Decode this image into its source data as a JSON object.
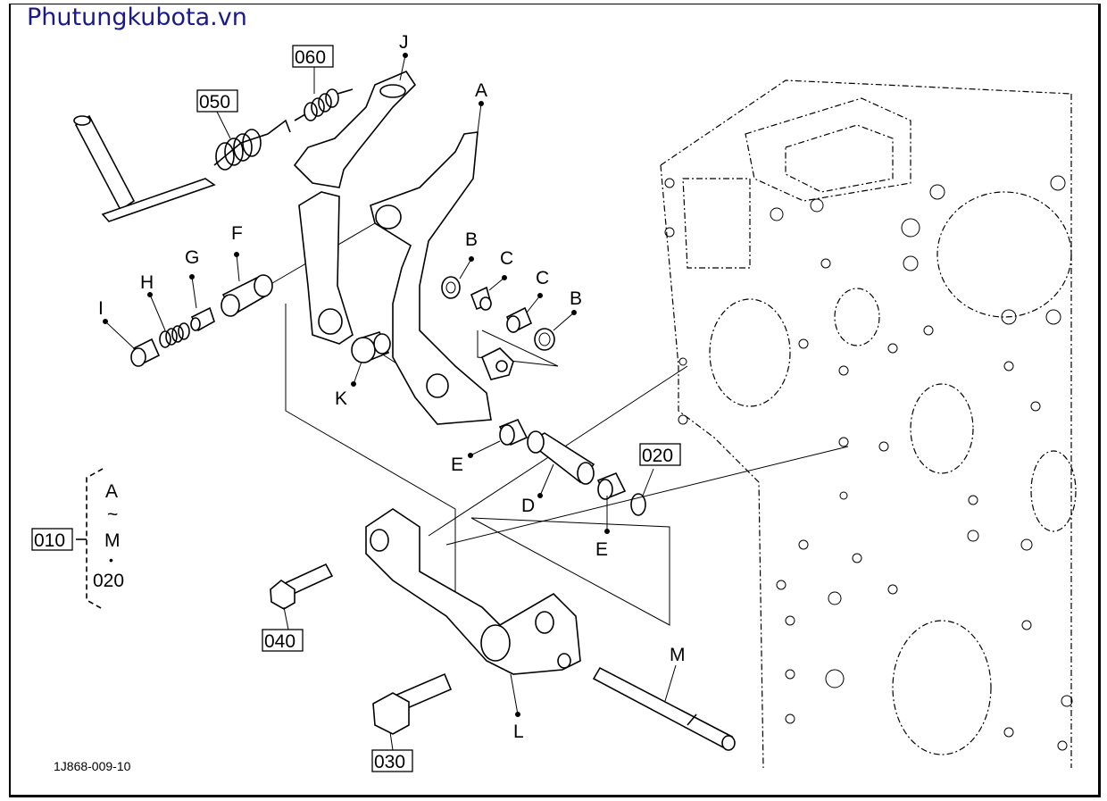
{
  "site": {
    "brand": "Phutungkubota.vn"
  },
  "diagram": {
    "code": "1J868-009-10",
    "letter_labels": {
      "J": "J",
      "A": "A",
      "B1": "B",
      "B2": "B",
      "C1": "C",
      "C2": "C",
      "F": "F",
      "G": "G",
      "H": "H",
      "I": "I",
      "K": "K",
      "E1": "E",
      "E2": "E",
      "D": "D",
      "M": "M",
      "L": "L"
    },
    "part_numbers": {
      "p060": "060",
      "p050": "050",
      "p020": "020",
      "p010": "010",
      "p040": "040",
      "p030": "030"
    },
    "kit_bracket": {
      "top": "A",
      "tilde": "~",
      "bottom": "M",
      "dot": "•",
      "extra": "020"
    }
  }
}
